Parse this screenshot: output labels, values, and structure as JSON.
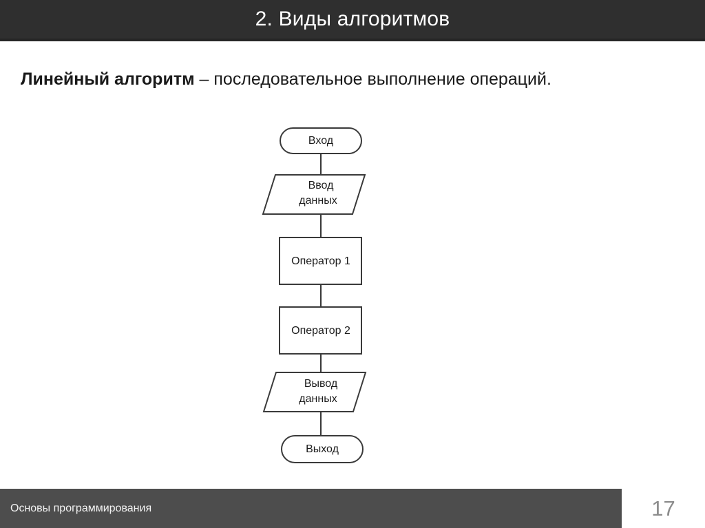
{
  "slide": {
    "title": "2. Виды алгоритмов",
    "lead_bold": "Линейный алгоритм",
    "lead_rest": " – последовательное выполнение операций.",
    "footer_label": "Основы программирования",
    "page_number": "17",
    "colors": {
      "title_bar": "#2f2f2f",
      "footer_bar": "#4d4d4d",
      "page_number": "#8c8c8c",
      "shape_stroke": "#3a3a3a",
      "shape_fill": "#ffffff",
      "text": "#1a1a1a"
    }
  },
  "flowchart": {
    "type": "flowchart",
    "orientation": "vertical",
    "nodes": [
      {
        "id": "start",
        "shape": "terminator",
        "label": "Вход"
      },
      {
        "id": "input",
        "shape": "parallelogram",
        "label_line1": "Ввод",
        "label_line2": "данных"
      },
      {
        "id": "op1",
        "shape": "rectangle",
        "label": "Оператор 1"
      },
      {
        "id": "op2",
        "shape": "rectangle",
        "label": "Оператор 2"
      },
      {
        "id": "output",
        "shape": "parallelogram",
        "label_line1": "Вывод",
        "label_line2": "данных"
      },
      {
        "id": "end",
        "shape": "terminator",
        "label": "Выход"
      }
    ],
    "edges": [
      {
        "from": "start",
        "to": "input"
      },
      {
        "from": "input",
        "to": "op1"
      },
      {
        "from": "op1",
        "to": "op2"
      },
      {
        "from": "op2",
        "to": "output"
      },
      {
        "from": "output",
        "to": "end"
      }
    ]
  }
}
